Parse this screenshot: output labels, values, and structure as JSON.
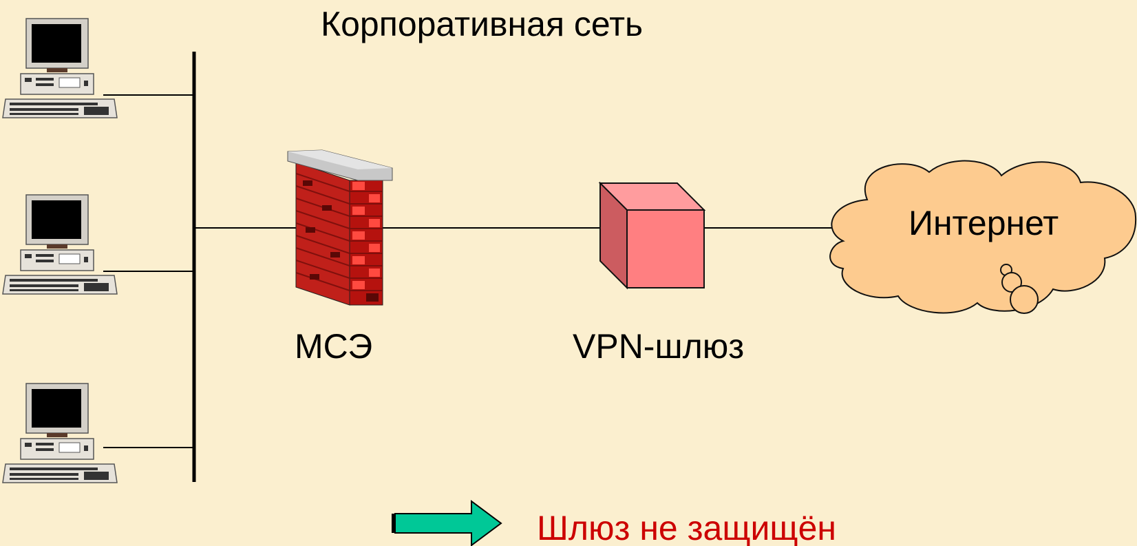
{
  "diagram": {
    "title": "Корпоративная сеть",
    "firewall_label": "МСЭ",
    "vpn_gateway_label": "VPN-шлюз",
    "internet_label": "Интернет",
    "status_text": "Шлюз не защищён"
  },
  "colors": {
    "background": "#fbefcf",
    "text": "#000000",
    "status_text": "#cc0000",
    "brick": "#c0201a",
    "brick_dark": "#7a0f0c",
    "cube_front": "#ff7f81",
    "cube_side": "#cc5c60",
    "cube_top": "#ff9c9e",
    "cloud_fill": "#fdcb8f",
    "arrow_fill": "#00c897"
  },
  "icons": [
    "desktop-computer-icon",
    "firewall-brick-wall-icon",
    "vpn-gateway-cube-icon",
    "internet-cloud-icon",
    "right-arrow-icon"
  ]
}
